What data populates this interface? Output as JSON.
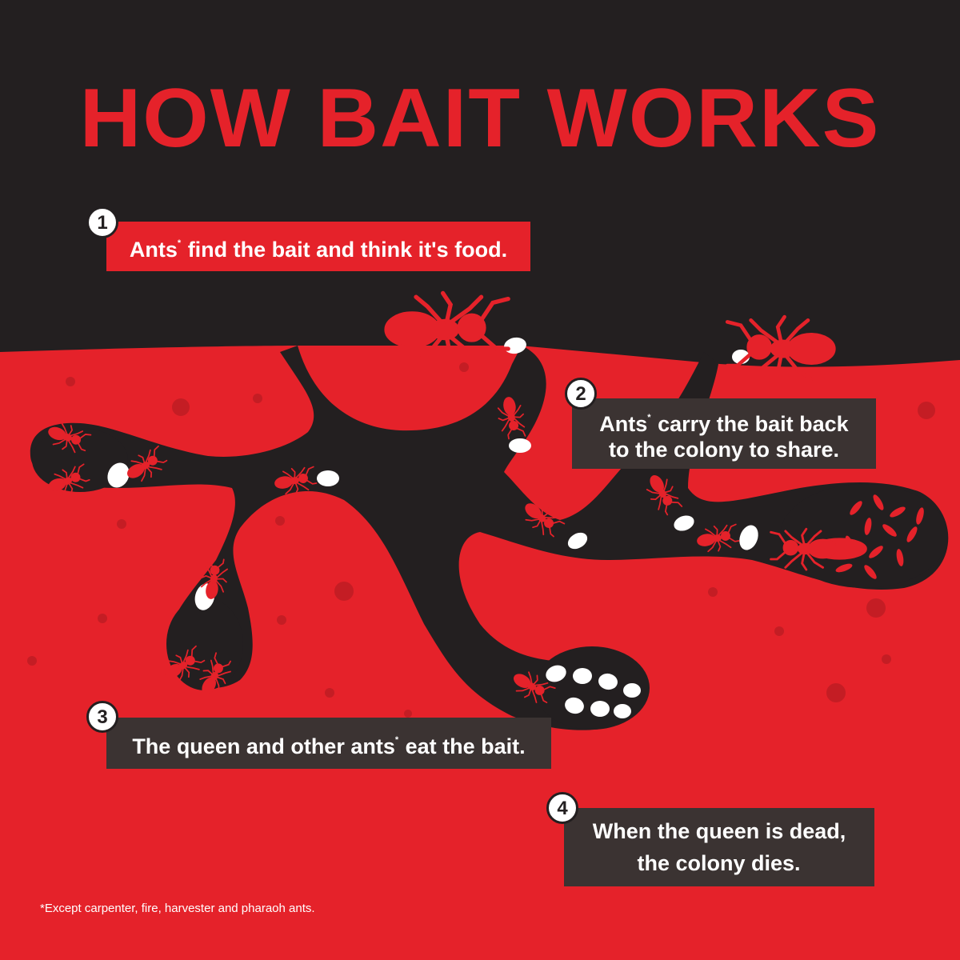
{
  "title": "HOW BAIT WORKS",
  "colors": {
    "red": "#e5222a",
    "dark": "#231f20",
    "box": "#3b3332",
    "bait": "#ffffff"
  },
  "steps": [
    {
      "number": "1",
      "before": "Ants",
      "mark": "*",
      "after": " find the bait and think it's food."
    },
    {
      "number": "2",
      "before": "Ants",
      "mark": "*",
      "after": " carry the bait back\nto the colony to share."
    },
    {
      "number": "3",
      "before": "The queen and other ants",
      "mark": "*",
      "after": " eat the bait."
    },
    {
      "number": "4",
      "before": "When the queen is dead,\nthe colony dies.",
      "mark": "",
      "after": ""
    }
  ],
  "footnote": "*Except carpenter, fire, harvester and pharaoh ants."
}
